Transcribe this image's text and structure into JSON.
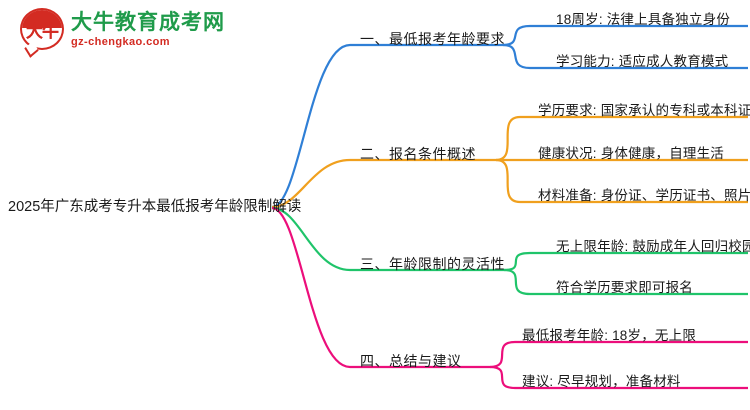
{
  "logo": {
    "name": "大牛教育成考网",
    "domain": "gz-chengkao.com",
    "mark_text": "大牛",
    "brand_green": "#1f9b4a",
    "brand_red": "#d32b22"
  },
  "mindmap": {
    "root": {
      "label": "2025年广东成考专升本最低报考年龄限制解读"
    },
    "branches": [
      {
        "label": "一、最低报考年龄要求",
        "color": "#2f7fd6",
        "children": [
          {
            "label": "18周岁: 法律上具备独立身份"
          },
          {
            "label": "学习能力: 适应成人教育模式"
          }
        ]
      },
      {
        "label": "二、报名条件概述",
        "color": "#f0a01e",
        "children": [
          {
            "label": "学历要求: 国家承认的专科或本科证书"
          },
          {
            "label": "健康状况: 身体健康，自理生活"
          },
          {
            "label": "材料准备: 身份证、学历证书、照片"
          }
        ]
      },
      {
        "label": "三、年龄限制的灵活性",
        "color": "#1fc46a",
        "children": [
          {
            "label": "无上限年龄: 鼓励成年人回归校园"
          },
          {
            "label": "符合学历要求即可报名"
          }
        ]
      },
      {
        "label": "四、总结与建议",
        "color": "#ec0e7b",
        "children": [
          {
            "label": "最低报考年龄: 18岁，无上限"
          },
          {
            "label": "建议: 尽早规划，准备材料"
          }
        ]
      }
    ]
  }
}
